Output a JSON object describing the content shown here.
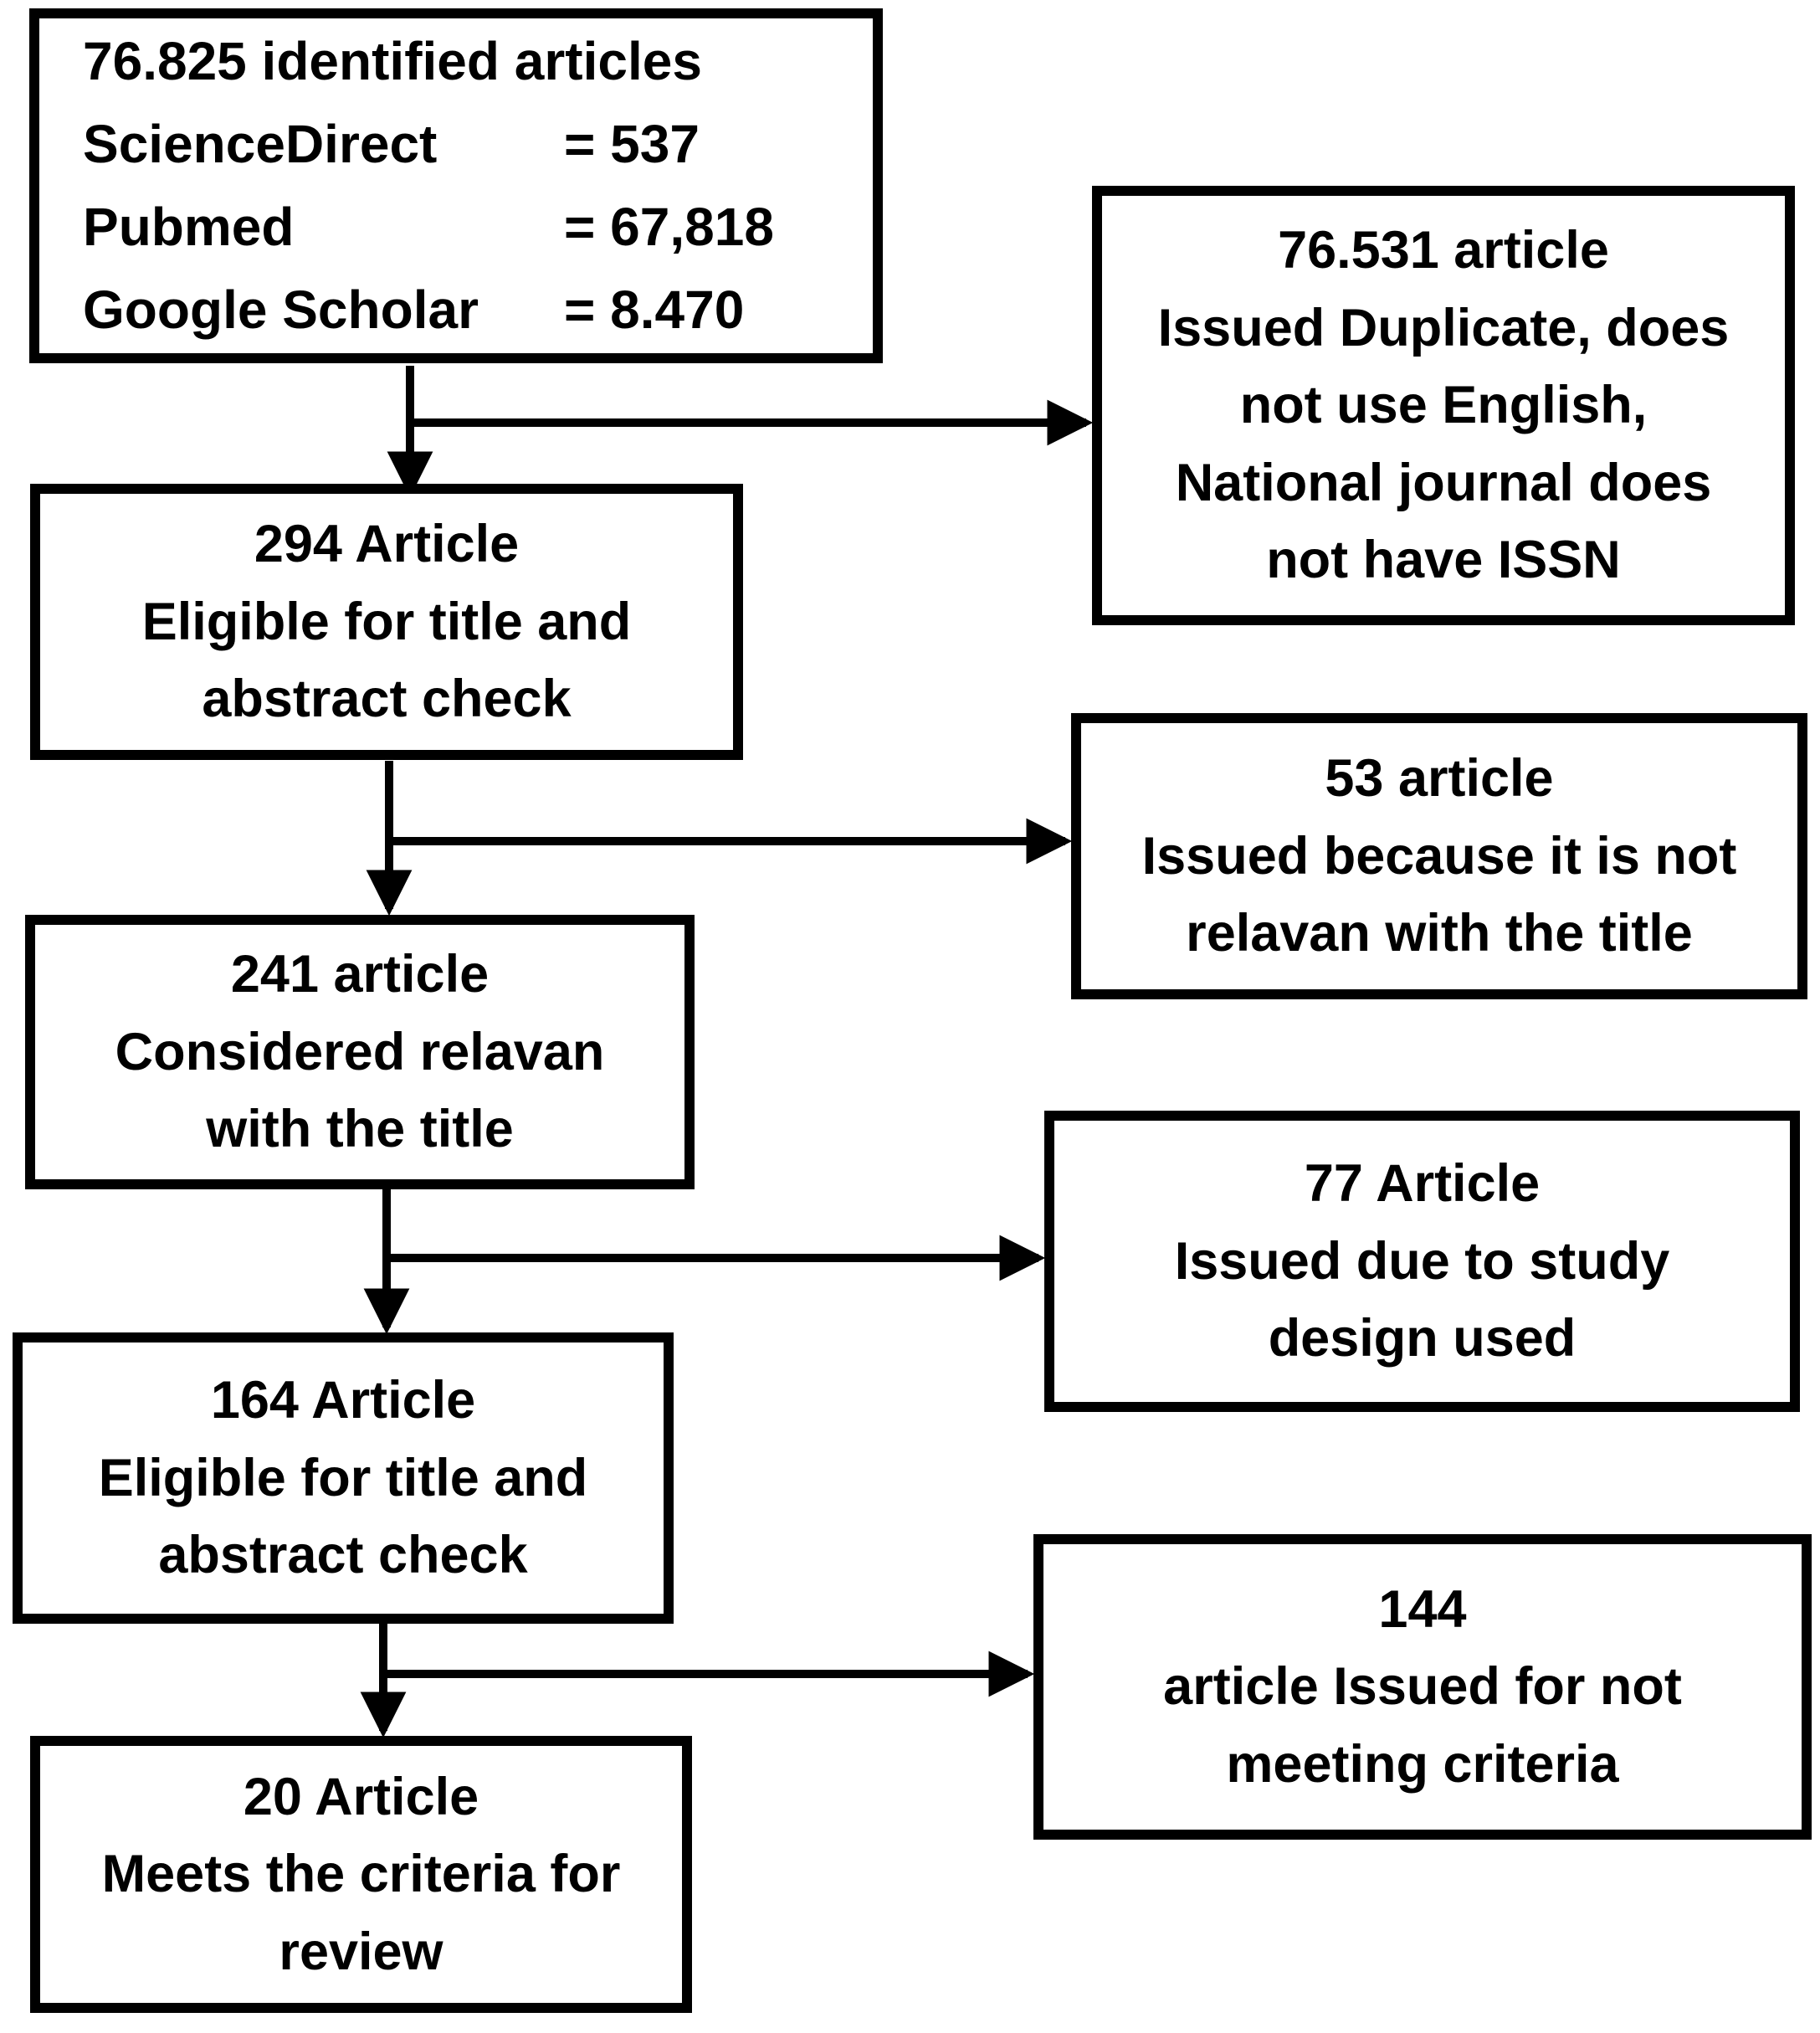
{
  "colors": {
    "ink": "#000000",
    "paper": "#ffffff"
  },
  "flow": {
    "identified": {
      "heading": "76.825 identified articles",
      "sources": [
        {
          "name": "ScienceDirect",
          "value": "= 537"
        },
        {
          "name": "Pubmed",
          "value": "= 67,818"
        },
        {
          "name": "Google Scholar",
          "value": "= 8.470"
        }
      ]
    },
    "excluded_initial": "76.531 article\nIssued Duplicate, does\nnot use English,\nNational journal does\nnot have ISSN",
    "eligible_title_abstract_1": "294 Article\nEligible for title and\nabstract check",
    "excluded_not_relevant": "53 article\nIssued because it is not\nrelavan with the title",
    "considered_relevant": "241 article\nConsidered relavan\nwith the title",
    "excluded_study_design": "77 Article\nIssued due to study\ndesign used",
    "eligible_title_abstract_2": "164 Article\nEligible for title and\nabstract check",
    "excluded_criteria": "144\narticle Issued for not\nmeeting criteria",
    "final_review": "20 Article\nMeets the criteria for\nreview"
  }
}
